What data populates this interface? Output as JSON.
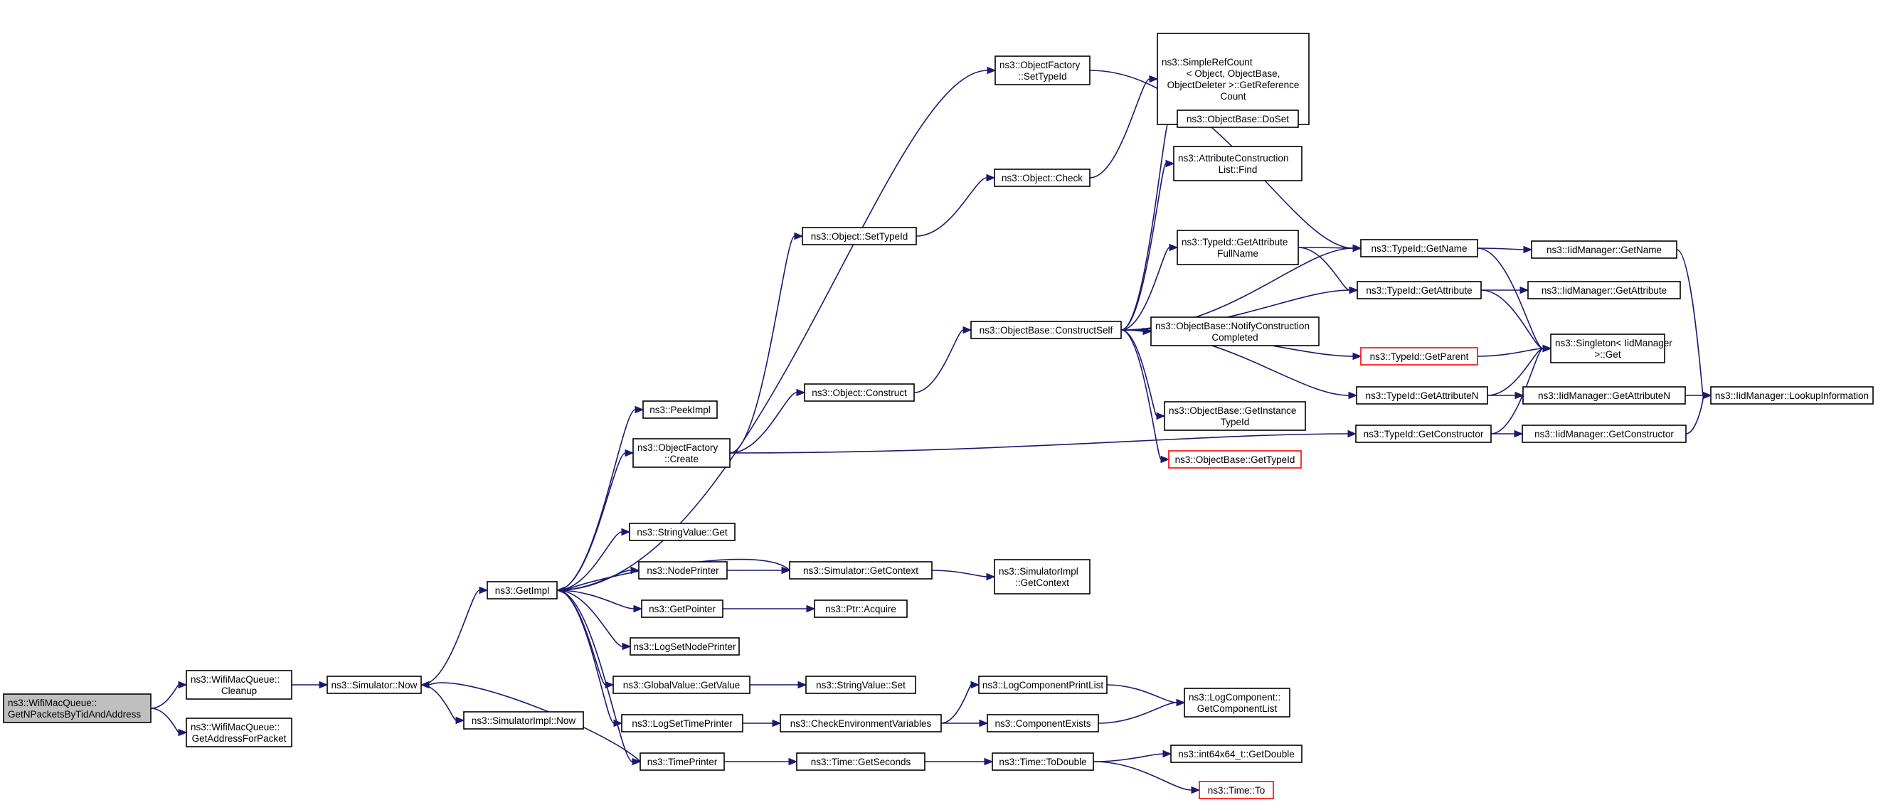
{
  "graph": {
    "colors": {
      "edge": "#191970",
      "node_border": "#000000",
      "root_fill": "#bfbfbf",
      "truncated_border": "#ff0000"
    },
    "nodes": [
      {
        "id": "root",
        "lines": [
          "ns3::WifiMacQueue::",
          "GetNPacketsByTidAndAddress"
        ],
        "root": true
      },
      {
        "id": "cleanup",
        "lines": [
          "ns3::WifiMacQueue::",
          "Cleanup"
        ]
      },
      {
        "id": "getaddr",
        "lines": [
          "ns3::WifiMacQueue::",
          "GetAddressForPacket"
        ]
      },
      {
        "id": "simnow",
        "lines": [
          "ns3::Simulator::Now"
        ]
      },
      {
        "id": "simimplnow",
        "lines": [
          "ns3::SimulatorImpl::Now"
        ]
      },
      {
        "id": "getimpl",
        "lines": [
          "ns3::GetImpl"
        ]
      },
      {
        "id": "peekimpl",
        "lines": [
          "ns3::PeekImpl"
        ]
      },
      {
        "id": "ofcreate",
        "lines": [
          "ns3::ObjectFactory",
          "::Create"
        ]
      },
      {
        "id": "strget",
        "lines": [
          "ns3::StringValue::Get"
        ]
      },
      {
        "id": "nodeprinter",
        "lines": [
          "ns3::NodePrinter"
        ]
      },
      {
        "id": "getpointer",
        "lines": [
          "ns3::GetPointer"
        ]
      },
      {
        "id": "logsetnode",
        "lines": [
          "ns3::LogSetNodePrinter"
        ]
      },
      {
        "id": "gvget",
        "lines": [
          "ns3::GlobalValue::GetValue"
        ]
      },
      {
        "id": "logsettime",
        "lines": [
          "ns3::LogSetTimePrinter"
        ]
      },
      {
        "id": "timeprinter",
        "lines": [
          "ns3::TimePrinter"
        ]
      },
      {
        "id": "ofsettypeid",
        "lines": [
          "ns3::ObjectFactory",
          "::SetTypeId"
        ]
      },
      {
        "id": "objsettypeid",
        "lines": [
          "ns3::Object::SetTypeId"
        ]
      },
      {
        "id": "objconstruct",
        "lines": [
          "ns3::Object::Construct"
        ]
      },
      {
        "id": "objcheck",
        "lines": [
          "ns3::Object::Check"
        ]
      },
      {
        "id": "simgetctx",
        "lines": [
          "ns3::Simulator::GetContext"
        ]
      },
      {
        "id": "ptracquire",
        "lines": [
          "ns3::Ptr::Acquire"
        ]
      },
      {
        "id": "strset",
        "lines": [
          "ns3::StringValue::Set"
        ]
      },
      {
        "id": "checkenv",
        "lines": [
          "ns3::CheckEnvironmentVariables"
        ]
      },
      {
        "id": "timegetsec",
        "lines": [
          "ns3::Time::GetSeconds"
        ]
      },
      {
        "id": "simplerefcount",
        "lines": [
          "ns3::SimpleRefCount",
          "< Object, ObjectBase,",
          "ObjectDeleter >::GetReference",
          "Count"
        ]
      },
      {
        "id": "obdoset",
        "lines": [
          "ns3::ObjectBase::DoSet"
        ]
      },
      {
        "id": "attrclfind",
        "lines": [
          "ns3::AttributeConstruction",
          "List::Find"
        ]
      },
      {
        "id": "constructself",
        "lines": [
          "ns3::ObjectBase::ConstructSelf"
        ]
      },
      {
        "id": "tidgetattrfull",
        "lines": [
          "ns3::TypeId::GetAttribute",
          "FullName"
        ]
      },
      {
        "id": "notifyconstr",
        "lines": [
          "ns3::ObjectBase::NotifyConstruction",
          "Completed"
        ]
      },
      {
        "id": "getinstancetid",
        "lines": [
          "ns3::ObjectBase::GetInstance",
          "TypeId"
        ]
      },
      {
        "id": "obgettypeid",
        "lines": [
          "ns3::ObjectBase::GetTypeId"
        ],
        "truncated": true
      },
      {
        "id": "simimplgetctx",
        "lines": [
          "ns3::SimulatorImpl",
          "::GetContext"
        ]
      },
      {
        "id": "logcompprint",
        "lines": [
          "ns3::LogComponentPrintList"
        ]
      },
      {
        "id": "compexists",
        "lines": [
          "ns3::ComponentExists"
        ]
      },
      {
        "id": "timetodouble",
        "lines": [
          "ns3::Time::ToDouble"
        ]
      },
      {
        "id": "tidgetname",
        "lines": [
          "ns3::TypeId::GetName"
        ]
      },
      {
        "id": "tidgetattr",
        "lines": [
          "ns3::TypeId::GetAttribute"
        ]
      },
      {
        "id": "tidgetparent",
        "lines": [
          "ns3::TypeId::GetParent"
        ],
        "truncated": true
      },
      {
        "id": "tidgetattrn",
        "lines": [
          "ns3::TypeId::GetAttributeN"
        ]
      },
      {
        "id": "tidgetconstr",
        "lines": [
          "ns3::TypeId::GetConstructor"
        ]
      },
      {
        "id": "logcompgetlist",
        "lines": [
          "ns3::LogComponent::",
          "GetComponentList"
        ]
      },
      {
        "id": "int64getdouble",
        "lines": [
          "ns3::int64x64_t::GetDouble"
        ]
      },
      {
        "id": "timeto",
        "lines": [
          "ns3::Time::To"
        ],
        "truncated": true
      },
      {
        "id": "iidgetname",
        "lines": [
          "ns3::IidManager::GetName"
        ]
      },
      {
        "id": "iidgetattr",
        "lines": [
          "ns3::IidManager::GetAttribute"
        ]
      },
      {
        "id": "singletonget",
        "lines": [
          "ns3::Singleton< IidManager",
          ">::Get"
        ]
      },
      {
        "id": "iidgetattrn",
        "lines": [
          "ns3::IidManager::GetAttributeN"
        ]
      },
      {
        "id": "iidgetconstr",
        "lines": [
          "ns3::IidManager::GetConstructor"
        ]
      },
      {
        "id": "iidlookup",
        "lines": [
          "ns3::IidManager::LookupInformation"
        ]
      }
    ],
    "edges": [
      [
        "root",
        "cleanup"
      ],
      [
        "root",
        "getaddr"
      ],
      [
        "cleanup",
        "simnow"
      ],
      [
        "simnow",
        "getimpl"
      ],
      [
        "simnow",
        "simimplnow"
      ],
      [
        "getimpl",
        "ofsettypeid"
      ],
      [
        "getimpl",
        "peekimpl"
      ],
      [
        "getimpl",
        "ofcreate"
      ],
      [
        "getimpl",
        "strget"
      ],
      [
        "getimpl",
        "nodeprinter"
      ],
      [
        "getimpl",
        "getpointer"
      ],
      [
        "getimpl",
        "logsetnode"
      ],
      [
        "getimpl",
        "gvget"
      ],
      [
        "getimpl",
        "logsettime"
      ],
      [
        "getimpl",
        "timeprinter"
      ],
      [
        "ofcreate",
        "objsettypeid"
      ],
      [
        "ofcreate",
        "objconstruct"
      ],
      [
        "ofcreate",
        "tidgetconstr"
      ],
      [
        "ofsettypeid",
        "tidgetname"
      ],
      [
        "objsettypeid",
        "objcheck"
      ],
      [
        "objcheck",
        "simplerefcount"
      ],
      [
        "objconstruct",
        "constructself"
      ],
      [
        "nodeprinter",
        "simgetctx"
      ],
      [
        "simgetctx",
        "getimpl"
      ],
      [
        "simgetctx",
        "simimplgetctx"
      ],
      [
        "getpointer",
        "ptracquire"
      ],
      [
        "gvget",
        "strset"
      ],
      [
        "logsettime",
        "checkenv"
      ],
      [
        "checkenv",
        "logcompprint"
      ],
      [
        "checkenv",
        "compexists"
      ],
      [
        "timeprinter",
        "simnow"
      ],
      [
        "timeprinter",
        "timegetsec"
      ],
      [
        "timegetsec",
        "timetodouble"
      ],
      [
        "timetodouble",
        "int64getdouble"
      ],
      [
        "timetodouble",
        "timeto"
      ],
      [
        "logcompprint",
        "logcompgetlist"
      ],
      [
        "compexists",
        "logcompgetlist"
      ],
      [
        "constructself",
        "obdoset"
      ],
      [
        "constructself",
        "attrclfind"
      ],
      [
        "constructself",
        "tidgetname"
      ],
      [
        "constructself",
        "tidgetattrfull"
      ],
      [
        "constructself",
        "tidgetattr"
      ],
      [
        "constructself",
        "notifyconstr"
      ],
      [
        "constructself",
        "tidgetparent"
      ],
      [
        "constructself",
        "getinstancetid"
      ],
      [
        "constructself",
        "obgettypeid"
      ],
      [
        "constructself",
        "tidgetattrn"
      ],
      [
        "tidgetattrfull",
        "tidgetname"
      ],
      [
        "tidgetattrfull",
        "tidgetattr"
      ],
      [
        "tidgetname",
        "iidgetname"
      ],
      [
        "tidgetname",
        "singletonget"
      ],
      [
        "tidgetattr",
        "iidgetattr"
      ],
      [
        "tidgetattr",
        "singletonget"
      ],
      [
        "tidgetparent",
        "singletonget"
      ],
      [
        "tidgetattrn",
        "singletonget"
      ],
      [
        "tidgetattrn",
        "iidgetattrn"
      ],
      [
        "tidgetconstr",
        "singletonget"
      ],
      [
        "tidgetconstr",
        "iidgetconstr"
      ],
      [
        "iidgetname",
        "iidlookup"
      ],
      [
        "iidgetattrn",
        "iidlookup"
      ],
      [
        "iidgetconstr",
        "iidlookup"
      ]
    ]
  }
}
